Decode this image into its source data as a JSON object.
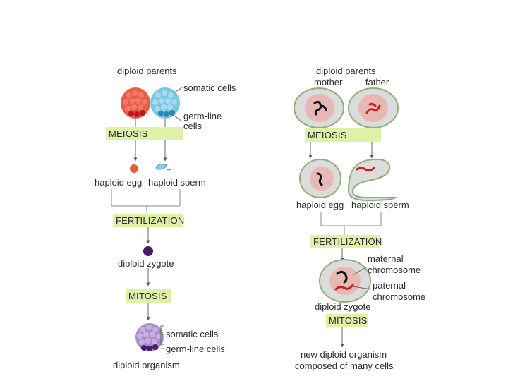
{
  "left_panel": {
    "diploid_parents": "diploid parents",
    "somatic_cells": "somatic cells",
    "germ_line_cells_1": "germ-line",
    "germ_line_cells_2": "cells",
    "meiosis": "MEIOSIS",
    "haploid_egg": "haploid egg",
    "haploid_sperm": "haploid sperm",
    "fertilization": "FERTILIZATION",
    "diploid_zygote": "diploid zygote",
    "mitosis": "MITOSIS",
    "somatic_cells_2": "somatic cells",
    "germ_line_cells_3": "germ-line cells",
    "diploid_organism": "diploid organism"
  },
  "right_panel": {
    "diploid_parents": "diploid parents",
    "mother": "mother",
    "father": "father",
    "meiosis": "MEIOSIS",
    "haploid_egg": "haploid egg",
    "haploid_sperm": "haploid sperm",
    "fertilization": "FERTILIZATION",
    "maternal_1": "maternal",
    "maternal_2": "chromosome",
    "paternal_1": "paternal",
    "paternal_2": "chromosome",
    "diploid_zygote": "diploid zygote",
    "mitosis": "MITOSIS",
    "new_organism_1": "new diploid organism",
    "new_organism_2": "composed of many cells"
  },
  "colors": {
    "band": "#dff0a8",
    "maternal_red": "#d0302a",
    "paternal_blue": "#3aa5cc",
    "cell_fill": "#dcdcdc",
    "nucleus_fill": "#e8b9b4",
    "zygote_purple": "#4a1a6a",
    "organism_purple": "#a98cc8"
  }
}
